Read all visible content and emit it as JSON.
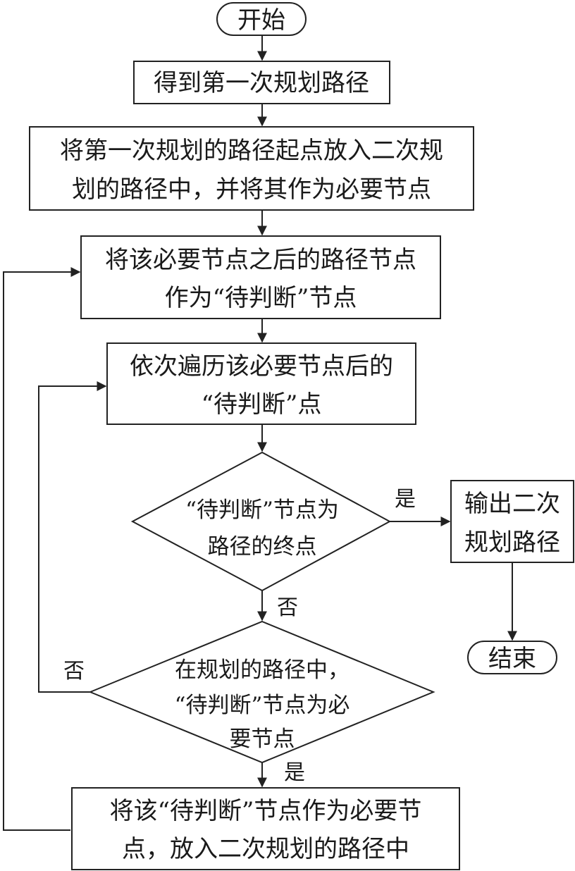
{
  "nodes": {
    "start": "开始",
    "first_path": "得到第一次规划路径",
    "put_start": [
      "将第一次规划的路径起点放入二次规",
      "划的路径中，并将其作为必要节点"
    ],
    "mark_pending": [
      "将该必要节点之后的路径节点",
      "作为“待判断”节点"
    ],
    "traverse": [
      "依次遍历该必要节点后的",
      "“待判断”点"
    ],
    "is_end": [
      "“待判断”节点为",
      "路径的终点"
    ],
    "output": [
      "输出二次",
      "规划路径"
    ],
    "end": "结束",
    "is_required": [
      "在规划的路径中，",
      "“待判断”节点为必",
      "要节点"
    ],
    "make_required": [
      "将该“待判断”节点作为必要节",
      "点，放入二次规划的路径中"
    ]
  },
  "edge_labels": {
    "is_end_yes": "是",
    "is_end_no": "否",
    "is_required_no": "否",
    "is_required_yes": "是"
  }
}
